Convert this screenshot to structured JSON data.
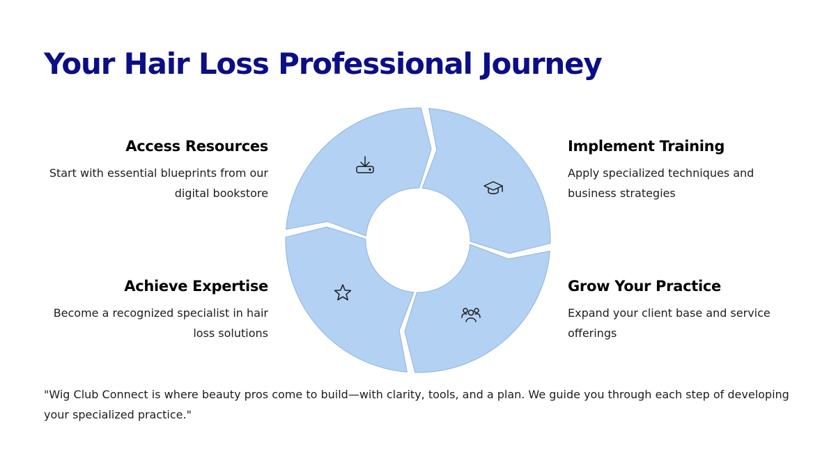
{
  "title": "Your Hair Loss Professional Journey",
  "colors": {
    "title": "#0c0e85",
    "segment_fill": "#b3d1f2",
    "segment_stroke": "#8fb4e0",
    "icon": "#1a1a1a"
  },
  "steps": [
    {
      "title": "Access Resources",
      "description": "Start with essential blueprints from our digital bookstore",
      "icon": "download-tray-icon"
    },
    {
      "title": "Implement Training",
      "description": "Apply specialized techniques and business strategies",
      "icon": "graduation-cap-icon"
    },
    {
      "title": "Grow Your Practice",
      "description": "Expand your client base and service offerings",
      "icon": "people-group-icon"
    },
    {
      "title": "Achieve Expertise",
      "description": "Become a recognized specialist in hair loss solutions",
      "icon": "star-icon"
    }
  ],
  "quote": "\"Wig Club Connect is where beauty pros come to build—with clarity, tools, and a plan. We guide you through each step of developing your specialized practice.\""
}
